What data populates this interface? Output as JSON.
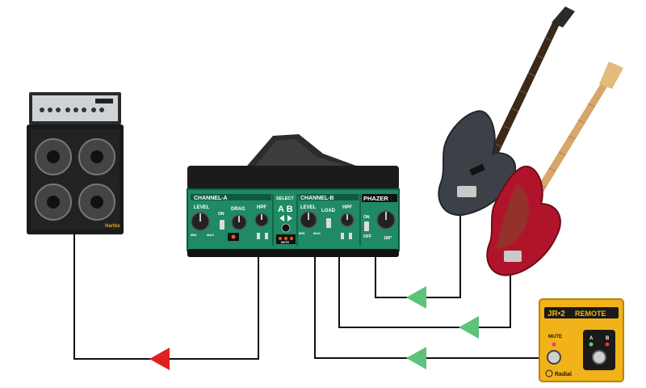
{
  "colors": {
    "panel_green": "#1f8a63",
    "panel_dark": "#0f5a3f",
    "arrow_green": "#5ec27a",
    "arrow_red": "#e0201c",
    "cable": "#111111",
    "pedal_yellow": "#f2b21a",
    "bass_red": "#b0142a",
    "bass_dark": "#3c4148"
  },
  "di_box": {
    "channel_a": "CHANNEL-A",
    "channel_b": "CHANNEL-B",
    "level": "LEVEL",
    "drag": "DRAG",
    "hpf": "HPF",
    "select": "SELECT",
    "ab": "A B",
    "load": "LOAD",
    "brand": "PHAZER",
    "on": "ON",
    "off": "OFF",
    "min": "MIN",
    "max": "MAX",
    "mute": "MUTE",
    "deg": "180°"
  },
  "amp": {
    "brand": "Hartke"
  },
  "pedal": {
    "model": "JR•2",
    "name": "REMOTE",
    "mute": "MUTE",
    "a": "A",
    "b": "B",
    "maker": "Radial"
  },
  "icons": {
    "arrow_in": "arrow-left-icon",
    "arrow_out": "arrow-left-icon"
  }
}
